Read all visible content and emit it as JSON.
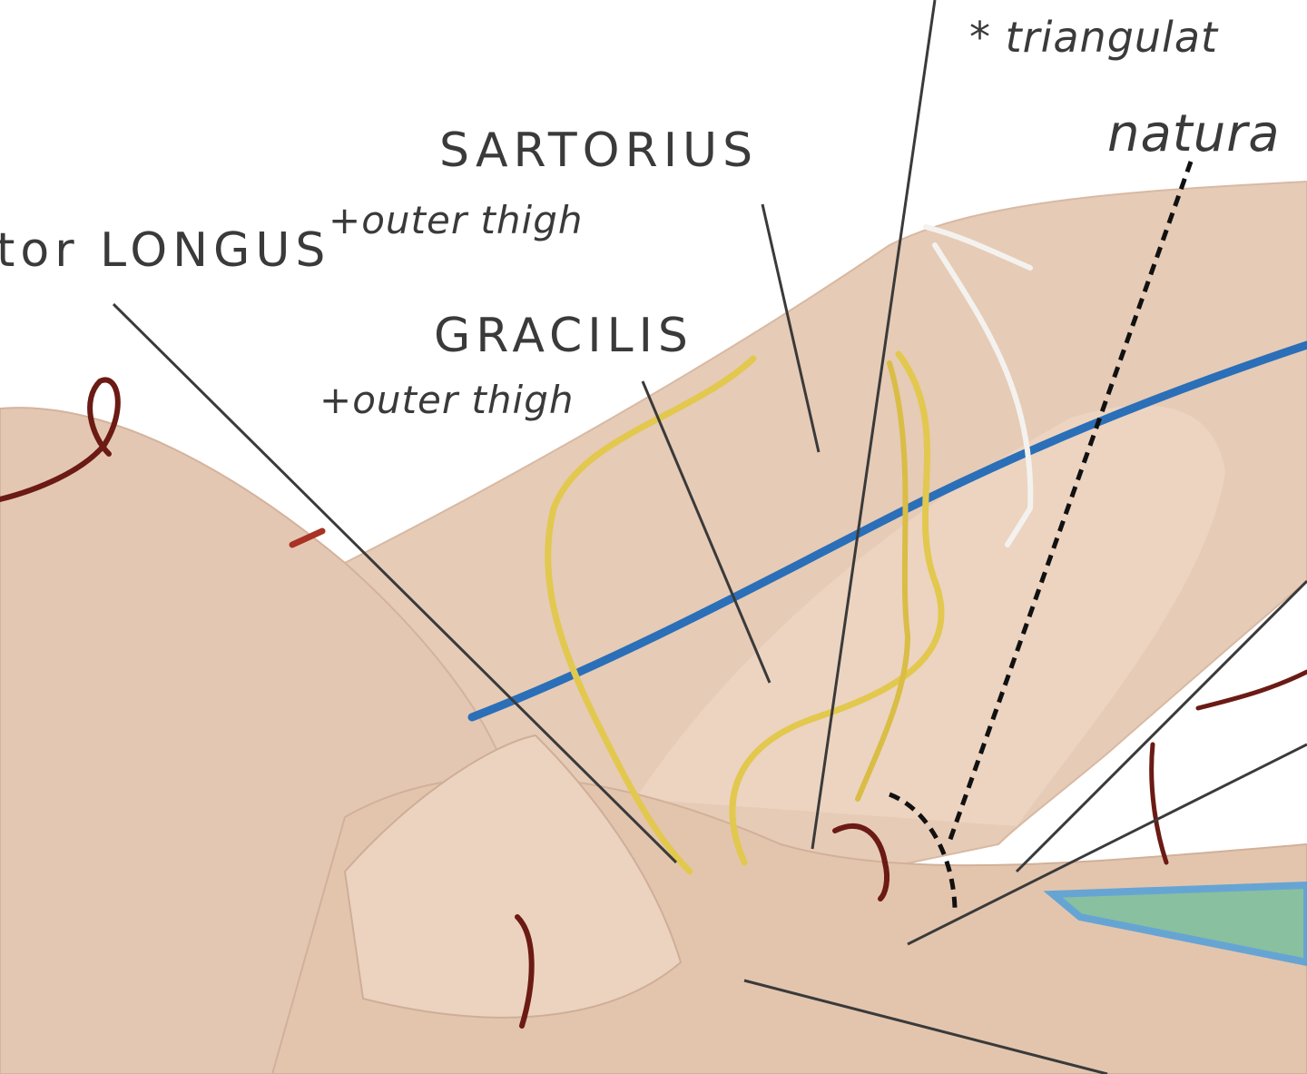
{
  "image": {
    "subject": "dissected-hindlimb-specimen",
    "colors": {
      "background": "#ffffff",
      "tissue": "#e8cdb8",
      "tissue_shadow": "#c9a893",
      "ink": "#3a3a3a",
      "yellow_wire": "#e2c84e",
      "blue_vessel": "#2a6fb8",
      "highlight_blue": "#3d9be0",
      "highlight_green": "#6cbf9a",
      "dark_red_thread": "#6b1a14"
    }
  },
  "annotations": {
    "sartorius": "SARTORIUS",
    "sartorius_note": "+outer thigh",
    "gracilis": "GRACILIS",
    "gracilis_note": "+outer thigh",
    "adductor_longus": "tor LONGUS",
    "triangulate": "* triangulat",
    "natural": "natura"
  }
}
